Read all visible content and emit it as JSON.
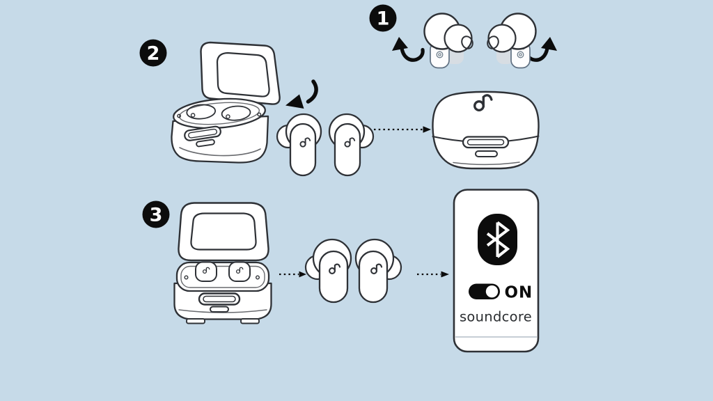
{
  "colors": {
    "background": "#c6dae8",
    "ink": "#2e3136",
    "black": "#0c0c0c",
    "muted_gray": "#d7dde3",
    "divider": "#b4bec7"
  },
  "steps": [
    {
      "number": "1"
    },
    {
      "number": "2"
    },
    {
      "number": "3"
    }
  ],
  "phone": {
    "toggle_label": "ON",
    "toggle_state": "on",
    "brand": "soundcore"
  },
  "icons": {
    "bluetooth": "bluetooth-icon",
    "brand_logo": "soundcore-logo-icon",
    "rotate_arrow": "curved-rotate-arrow-icon",
    "close_arrow": "curved-close-arrow-icon",
    "flow_arrow": "dotted-flow-arrow-icon"
  }
}
